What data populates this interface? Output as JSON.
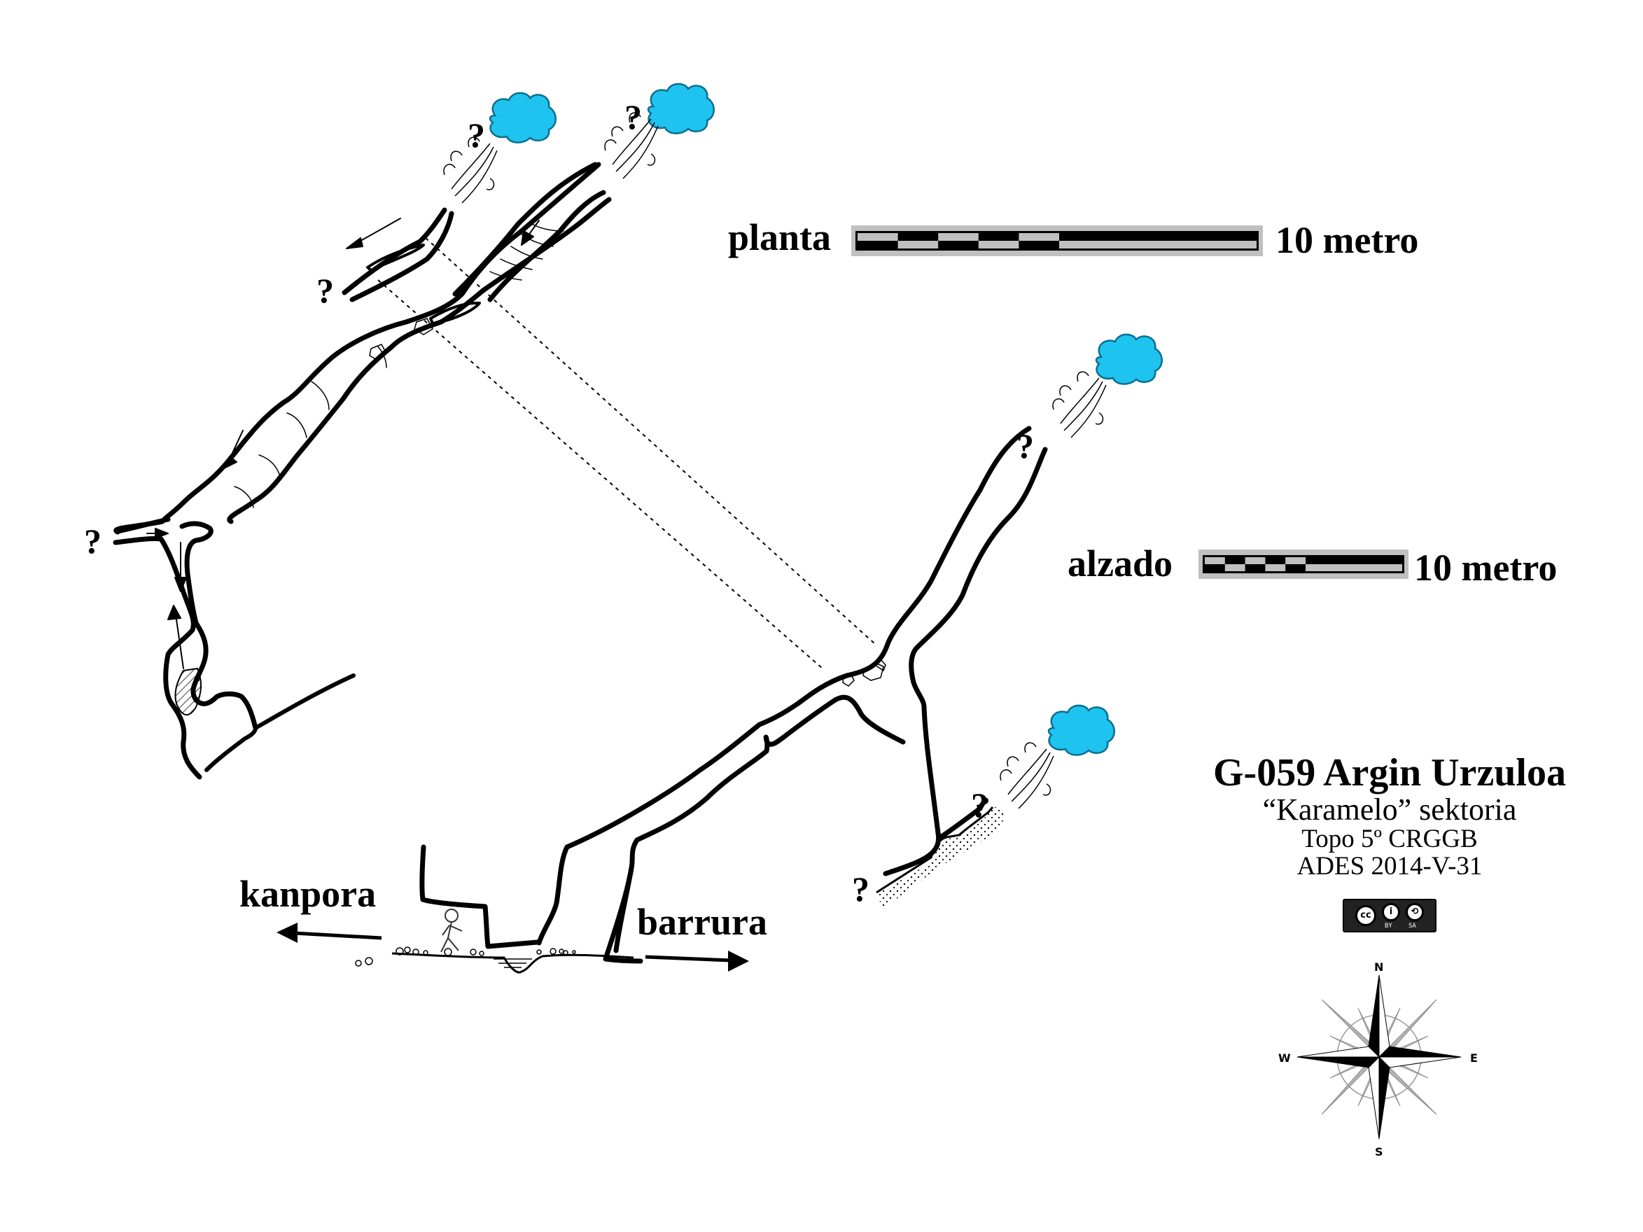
{
  "map": {
    "title": "G-059 Argin Urzuloa",
    "sector": "“Karamelo” sektoria",
    "survey": "Topo 5º CRGGB",
    "credit": "ADES 2014-V-31",
    "license": {
      "icon": "cc-by-sa-icon",
      "cc": "cc",
      "by": "BY",
      "sa": "SA"
    }
  },
  "scales": {
    "plan": {
      "label": "planta",
      "value": "10 metro",
      "segments": 10
    },
    "elevation": {
      "label": "alzado",
      "value": "10 metro",
      "segments": 10
    }
  },
  "directions": {
    "out": "kanpora",
    "in": "barrura"
  },
  "unknown_marker": "?",
  "compass": {
    "n": "N",
    "e": "E",
    "s": "S",
    "w": "W"
  },
  "colors": {
    "air_cloud": "#1ec3ef",
    "cloud_edge": "#0b6f8e",
    "line": "#000000",
    "scale_frame": "#c0c0c0"
  }
}
